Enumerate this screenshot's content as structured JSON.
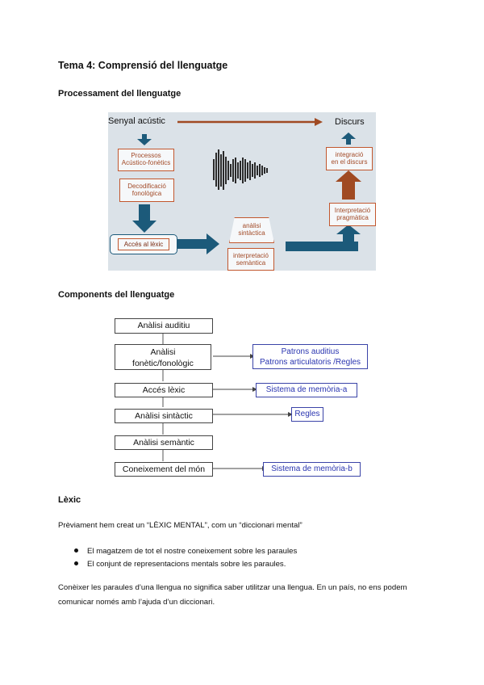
{
  "title": "Tema 4: Comprensió del llenguatge",
  "section1": {
    "heading": "Processament del llenguatge",
    "figure": {
      "signal": "Senyal acústic",
      "discourse": "Discurs",
      "acoustic_processes": [
        "Processos",
        "Acústico-fonètics"
      ],
      "phonological_decoding": [
        "Decodificació",
        "fonològica"
      ],
      "lexical_access": "Accés al lèxic",
      "syntactic_analysis": [
        "anàlisi",
        "sintàctica"
      ],
      "semantic_interpretation": [
        "interpretació",
        "semàntica"
      ],
      "pragmatic_interpretation": [
        "Interpretació",
        "pragmàtica"
      ],
      "discourse_integration": [
        "integració",
        "en el discurs"
      ]
    }
  },
  "section2": {
    "heading": "Components del llenguatge",
    "diagram": {
      "stages": [
        "Anàlisi auditiu",
        "Anàlisi fonètic/fonològic",
        "Accés lèxic",
        "Anàlisi sintàctic",
        "Anàlisi semàntic",
        "Coneixement del món"
      ],
      "stage2_lines": [
        "Anàlisi",
        "fonètic/fonològic"
      ],
      "side": {
        "patterns_lines": [
          "Patrons auditius",
          "Patrons articulatoris /Regles"
        ],
        "memory_a": "Sistema de memòria-a",
        "rules": "Regles",
        "memory_b": "Sistema de memòria-b"
      }
    }
  },
  "section3": {
    "heading": "Lèxic",
    "intro": "Prèviament hem creat un “LÈXIC MENTAL”, com un “diccionari mental”",
    "bullets": [
      "El magatzem de tot el nostre coneixement sobre les paraules",
      "El conjunt de representacions mentals sobre les paraules."
    ],
    "paragraph_lines": [
      "Conèixer les paraules d’una llengua no significa saber utilitzar una llengua. En un país, no ens podem",
      "comunicar només amb l’ajuda d’un diccionari."
    ]
  },
  "colors": {
    "arrow_blue": "#1c5a7a",
    "arrow_brown": "#a04a22",
    "box_border": "#c2572e",
    "diagram_blue": "#3b44a8",
    "figure_bg": "#dbe2e8"
  }
}
